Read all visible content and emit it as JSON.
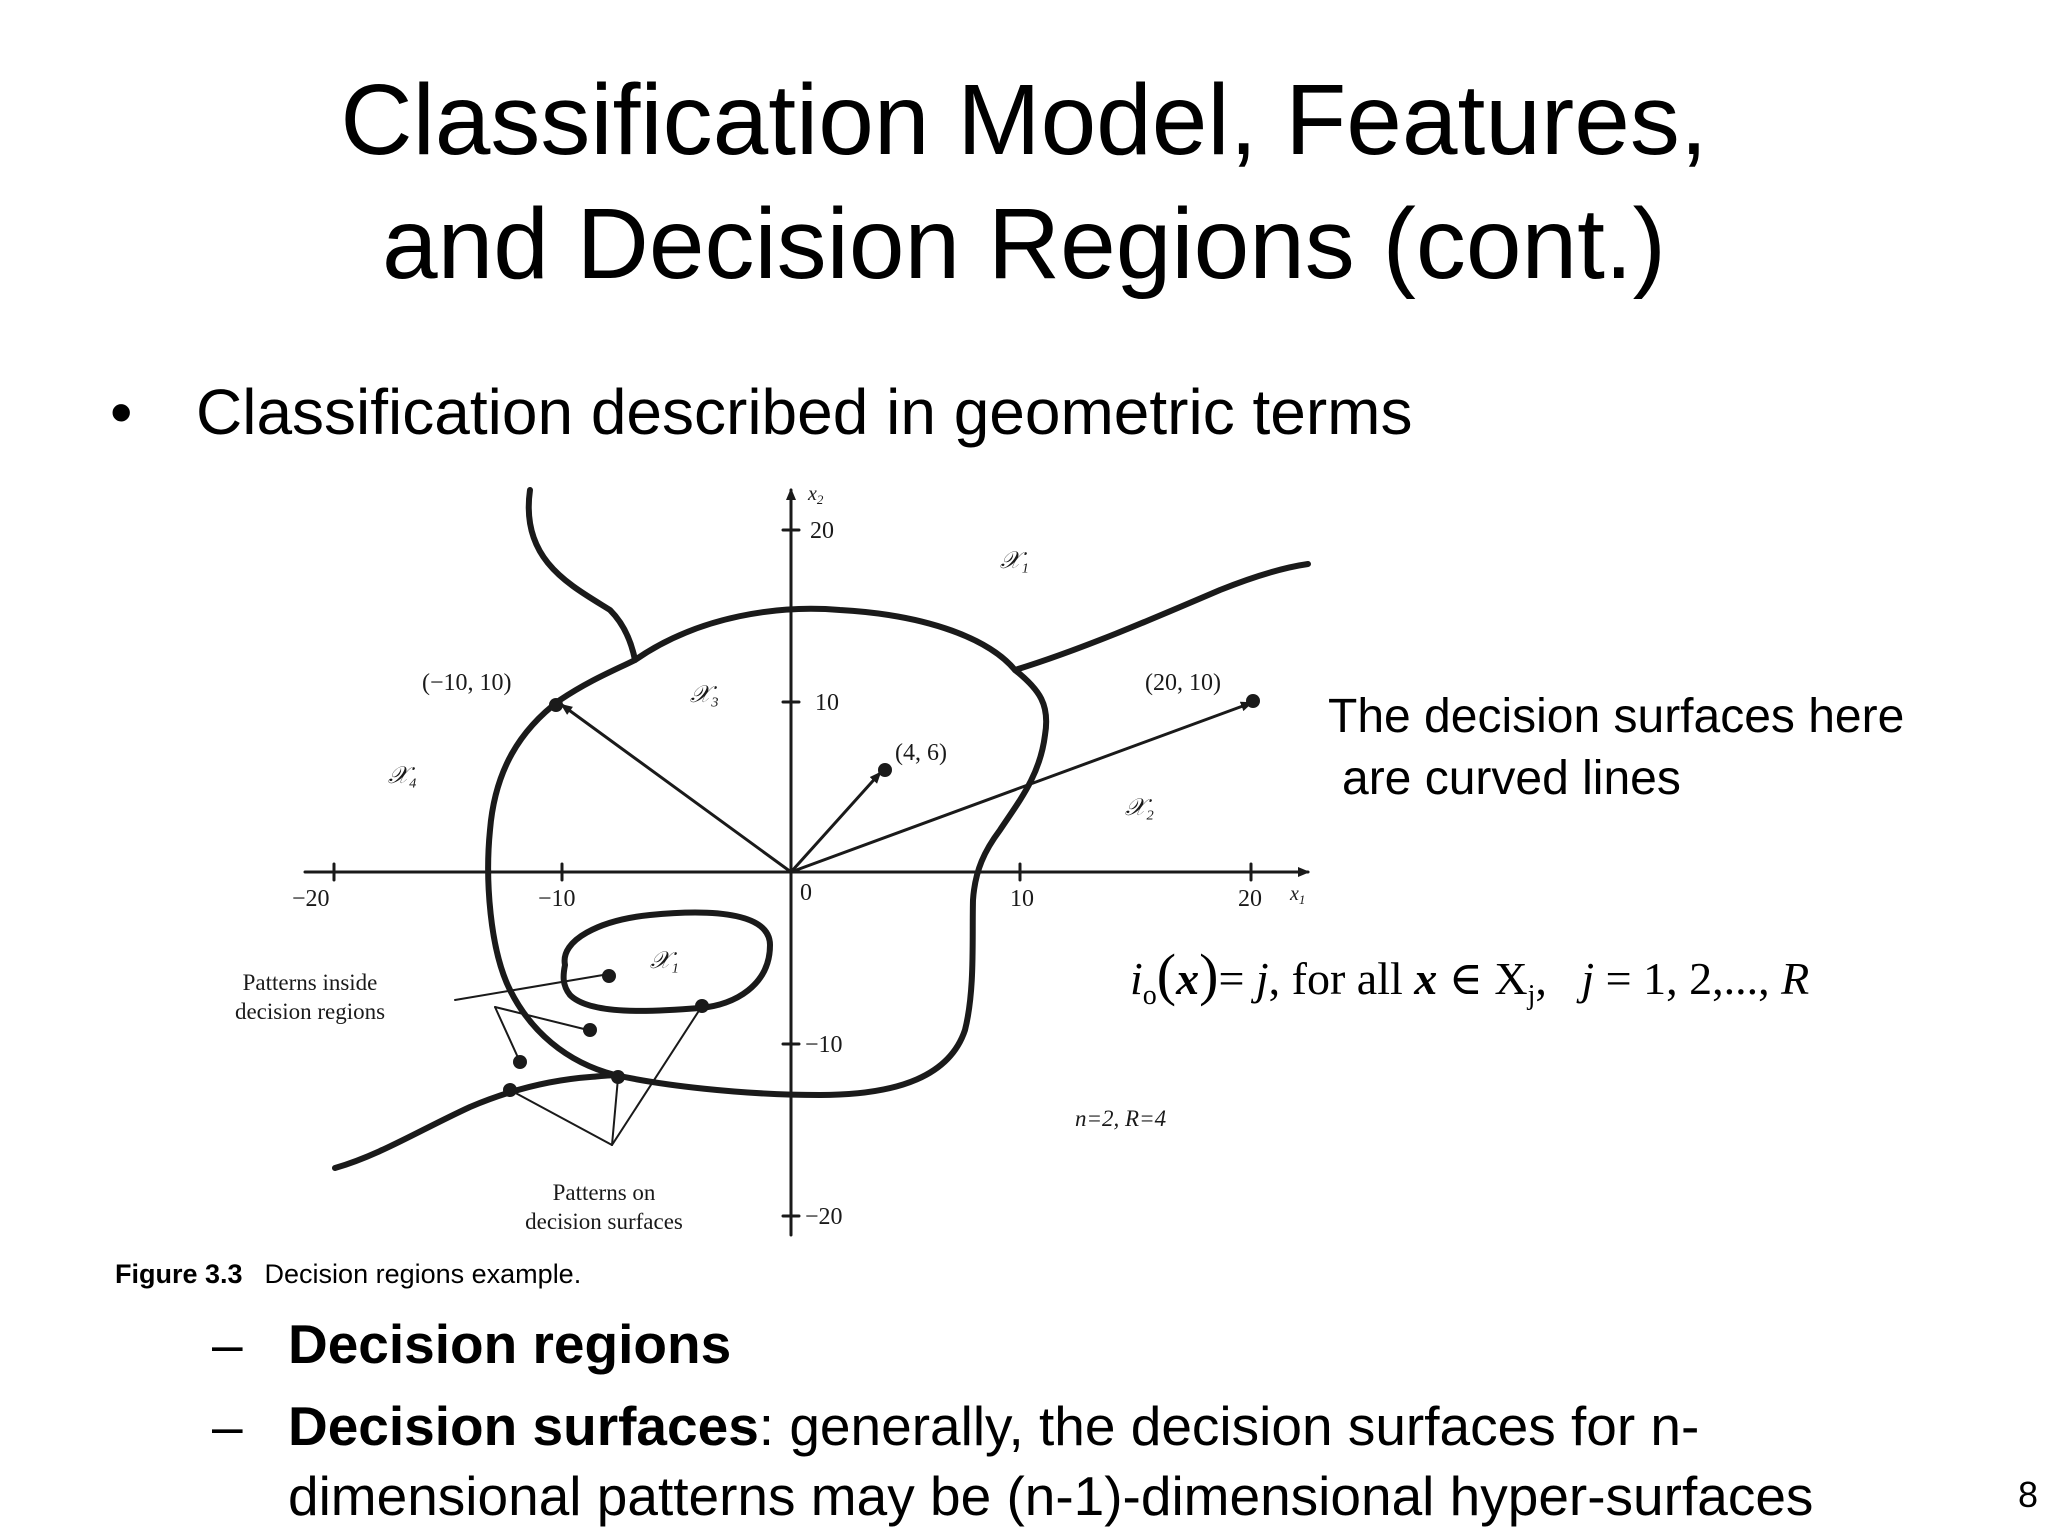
{
  "slide": {
    "title_line1": "Classification Model, Features,",
    "title_line2": "and Decision Regions (cont.)",
    "bullet_mark": "•",
    "bullet_text": "Classification described in geometric terms",
    "page_number": "8"
  },
  "figure": {
    "caption_label": "Figure 3.3",
    "caption_text": "Decision regions example.",
    "x_ticks": [
      "−20",
      "−10",
      "0",
      "10",
      "20"
    ],
    "y_ticks": [
      "20",
      "10",
      "−10",
      "−20"
    ],
    "x_axis_label": "x",
    "x_axis_sub": "1",
    "y_axis_label": "x",
    "y_axis_sub": "2",
    "point_labels": [
      "(−10, 10)",
      "(20, 10)",
      "(4, 6)"
    ],
    "region_labels": [
      "𝒳₁",
      "𝒳₃",
      "𝒳₄",
      "𝒳₂",
      "𝒳₁"
    ],
    "params": "n=2, R=4",
    "annotation_inside": [
      "Patterns inside",
      "decision regions"
    ],
    "annotation_surfaces": [
      "Patterns on",
      "decision surfaces"
    ]
  },
  "note": {
    "line1": "The decision surfaces here",
    "line2": "are curved lines"
  },
  "formula": {
    "i": "i",
    "sub_o": "o",
    "open": "(",
    "x": "x",
    "close": ")",
    "eq": "= ",
    "j": "j",
    "for_all": ", for all ",
    "x2": "x",
    "in": " ∈ Χ",
    "sub_j": "j",
    "comma": ",   ",
    "j2": "j",
    "range": " = 1, 2,..., ",
    "R": "R"
  },
  "subitems": [
    {
      "dash": "–",
      "bold": "Decision regions",
      "text": ""
    },
    {
      "dash": "–",
      "bold": "Decision surfaces",
      "text": ": generally, the decision surfaces for n-"
    }
  ],
  "subitem_continuation": "dimensional patterns may be (n-1)-dimensional hyper-surfaces",
  "colors": {
    "ink": "#000000",
    "figure_ink": "#1a1a1a",
    "background": "#ffffff"
  }
}
